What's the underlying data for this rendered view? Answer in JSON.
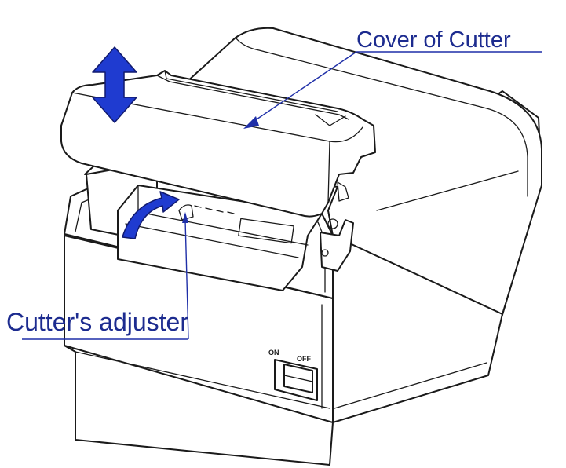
{
  "labels": {
    "cover": "Cover of Cutter",
    "adjuster": "Cutter's adjuster"
  },
  "switch": {
    "on": "ON",
    "off": "OFF"
  },
  "colors": {
    "label_text": "#1c2b8f",
    "leader_line": "#1f2fa8",
    "arrow_fill": "#1f3bd0",
    "outline": "#1a1a1a"
  },
  "icons": {
    "lift_arrow": "up-down-arrow-icon",
    "turn_arrow": "curved-arrow-icon"
  }
}
